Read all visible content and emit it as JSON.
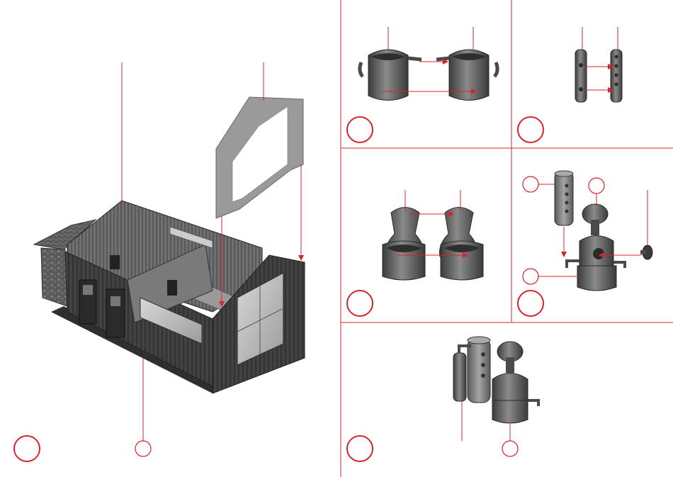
{
  "colors": {
    "background": "#ffffff",
    "accent_red": "#d8232a",
    "part_dark": "#4a4a4a",
    "part_mid": "#6e6e6e",
    "part_light": "#9a9a9a",
    "wall_wood": "#3a3a3a",
    "roof_grey": "#888888"
  },
  "panels": [
    {
      "id": "main-assembly"
    },
    {
      "id": "step-cylinder-halves"
    },
    {
      "id": "step-chimney-halves"
    },
    {
      "id": "step-dome-halves"
    },
    {
      "id": "step-boiler-assembly"
    },
    {
      "id": "step-final-boiler"
    }
  ],
  "icons": [
    "step-circle-icon",
    "part-callout-circle-icon",
    "arrow-icon"
  ]
}
